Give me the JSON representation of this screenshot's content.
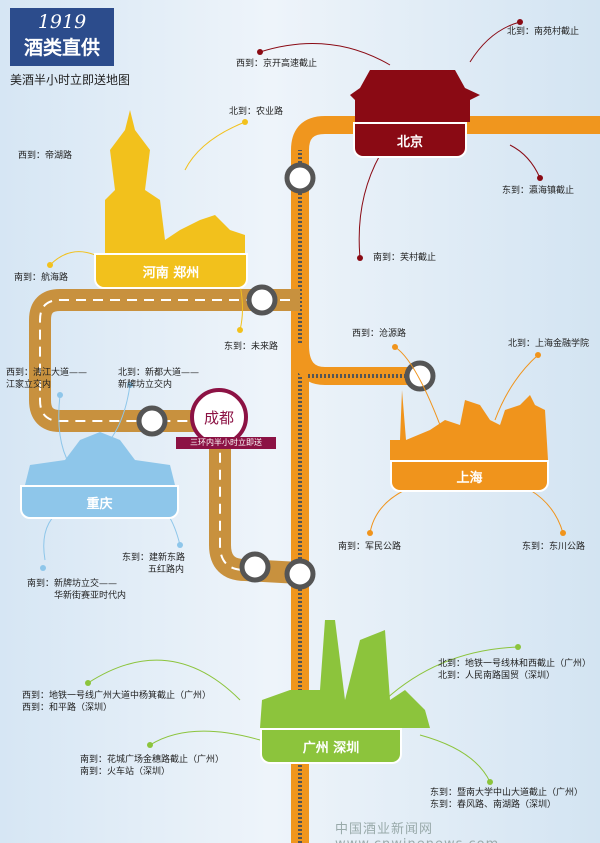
{
  "logo": {
    "number": "1919",
    "name": "酒类直供"
  },
  "subtitle": "美酒半小时立即送地图",
  "colors": {
    "beijing": "#8a0a14",
    "zhengzhou": "#f2c11c",
    "chongqing": "#8ec6ea",
    "shanghai": "#f0941c",
    "guangzhou": "#8cc43c",
    "chengdu": "#8c1244",
    "road_orange": "#f0961e",
    "road_tan": "#c8913e"
  },
  "cities": {
    "beijing": {
      "name": "北京",
      "labels": [
        "西到：京开高速截止",
        "北到：南苑村截止",
        "东到：瀛海镇截止",
        "南到：芙村截止"
      ]
    },
    "zhengzhou": {
      "name": "河南 郑州",
      "labels": [
        "北到：农业路",
        "西到：帝湖路",
        "南到：航海路",
        "东到：未来路"
      ]
    },
    "chengdu": {
      "name": "成都",
      "tag": "三环内半小时立即送",
      "labels": [
        "西到：清江大道——江家立交内",
        "北到：新都大道——新牌坊立交内"
      ]
    },
    "chongqing": {
      "name": "重庆",
      "labels": [
        "东到：建新东路",
        "五红路内",
        "南到：新牌坊立交——",
        "华新街赛亚时代内"
      ]
    },
    "shanghai": {
      "name": "上海",
      "labels": [
        "西到：沧源路",
        "北到：上海金融学院",
        "南到：军民公路",
        "东到：东川公路"
      ]
    },
    "guangzhou": {
      "name": "广州 深圳",
      "labels": [
        "北到：地铁一号线林和西截止（广州）",
        "北到：人民南路国贸（深圳）",
        "西到：地铁一号线广州大道中杨箕截止（广州）",
        "西到：和平路（深圳）",
        "南到：花城广场金穗路截止（广州）",
        "南到：火车站（深圳）",
        "东到：暨南大学中山大道截止（广州）",
        "东到：春风路、南湖路（深圳）"
      ]
    }
  },
  "watermark": "中国酒业新闻网 www.cnwinenews.com"
}
